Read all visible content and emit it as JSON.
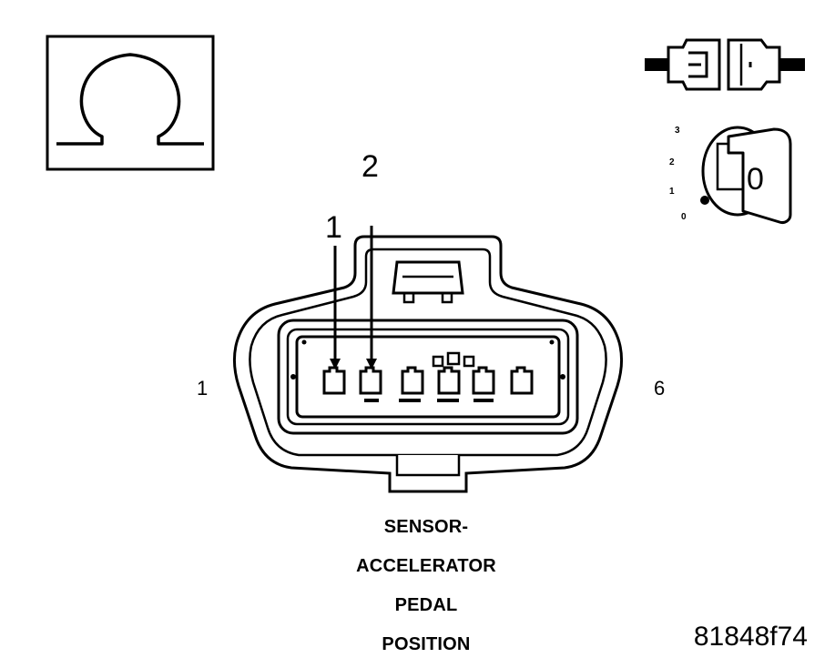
{
  "meter": {
    "symbol": "Ω"
  },
  "ignition_key": {
    "positions": [
      "3",
      "2",
      "1",
      "0"
    ],
    "key_mark": "0"
  },
  "connector": {
    "callouts": [
      "1",
      "2"
    ],
    "end_labels": {
      "left": "1",
      "right": "6"
    }
  },
  "caption_lines": [
    "SENSOR-",
    "ACCELERATOR",
    "PEDAL",
    "POSITION"
  ],
  "figure_id": "81848f74"
}
